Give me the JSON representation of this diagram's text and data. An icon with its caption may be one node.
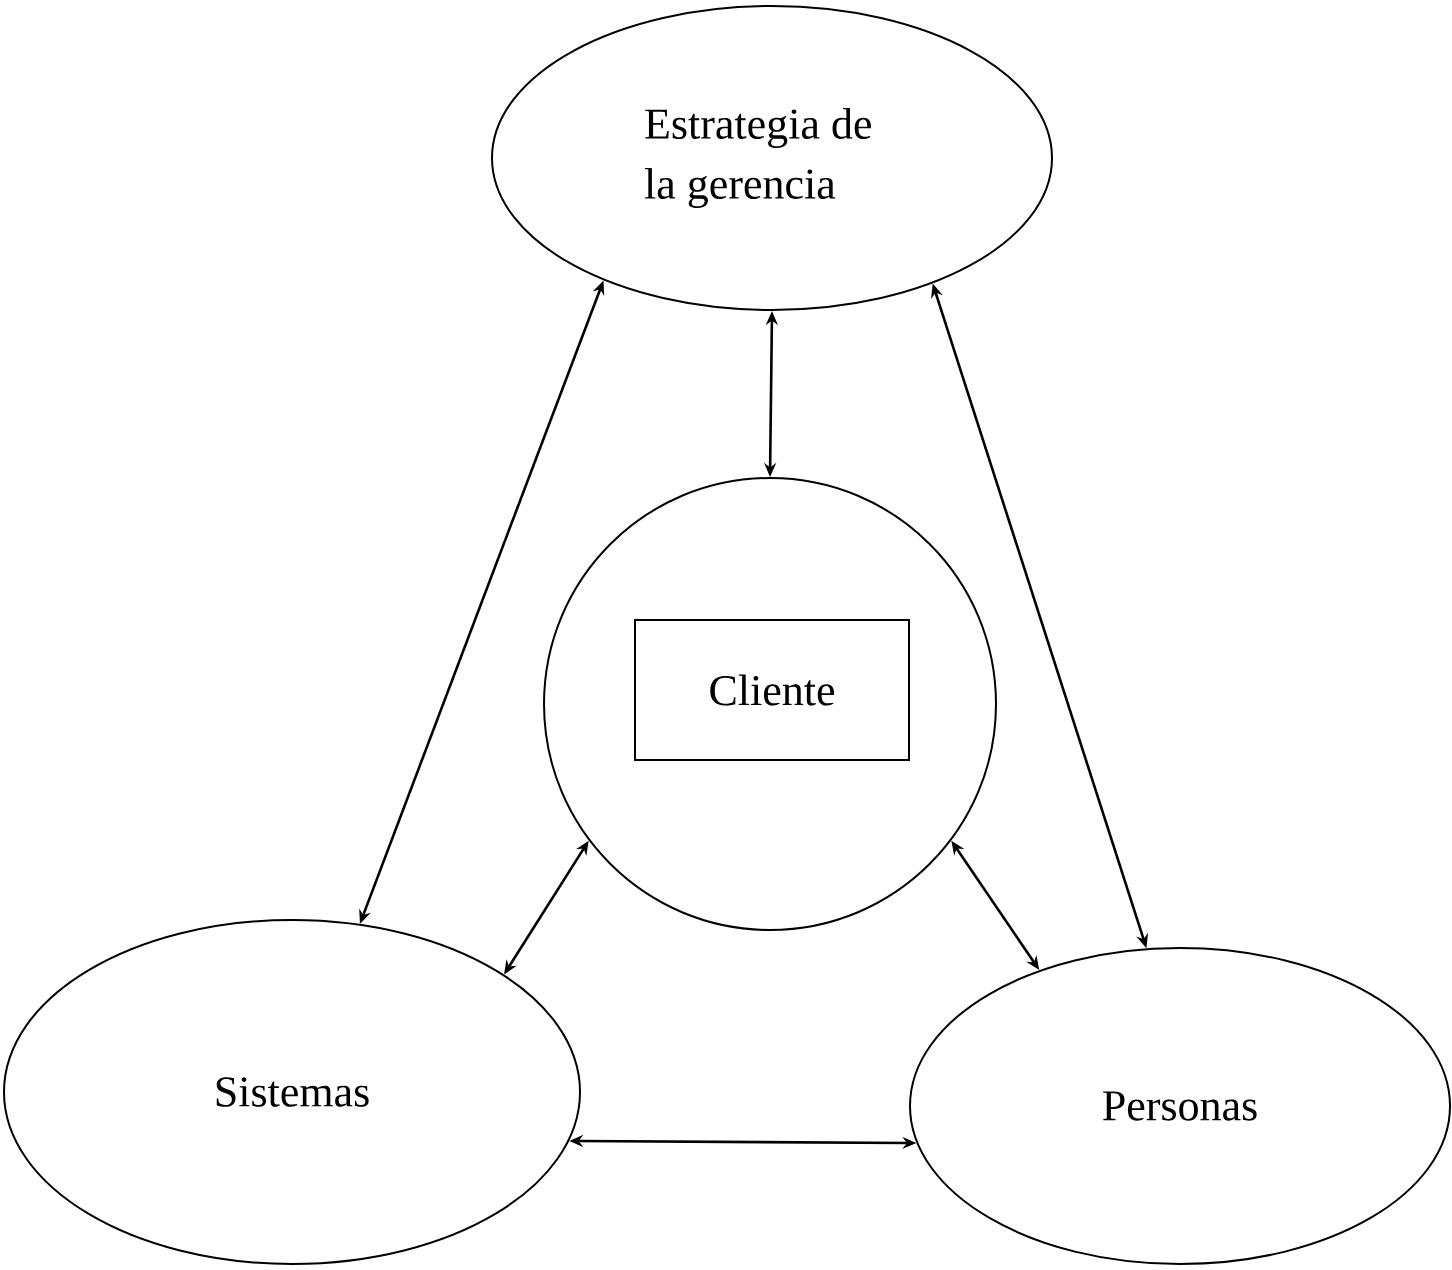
{
  "diagram": {
    "nodes": [
      {
        "text": [
          "Estrategia de la gerencia"
        ]
      },
      {
        "text": [],
        "shape": "circle"
      },
      {
        "text": [
          "Cliente"
        ],
        "in": 1
      },
      {
        "text": [
          "Sistemas"
        ]
      },
      {
        "text": [
          "Personas"
        ]
      }
    ],
    "edges": [
      {
        "from": 0,
        "to": 3,
        "arrow": "both"
      },
      {
        "from": 0,
        "to": 1,
        "arrow": "both"
      },
      {
        "from": 0,
        "to": 4,
        "arrow": "both"
      },
      {
        "from": 1,
        "to": 3,
        "arrow": "both"
      },
      {
        "from": 1,
        "to": 4,
        "arrow": "both"
      },
      {
        "from": 3,
        "to": 4,
        "arrow": "both"
      }
    ]
  }
}
